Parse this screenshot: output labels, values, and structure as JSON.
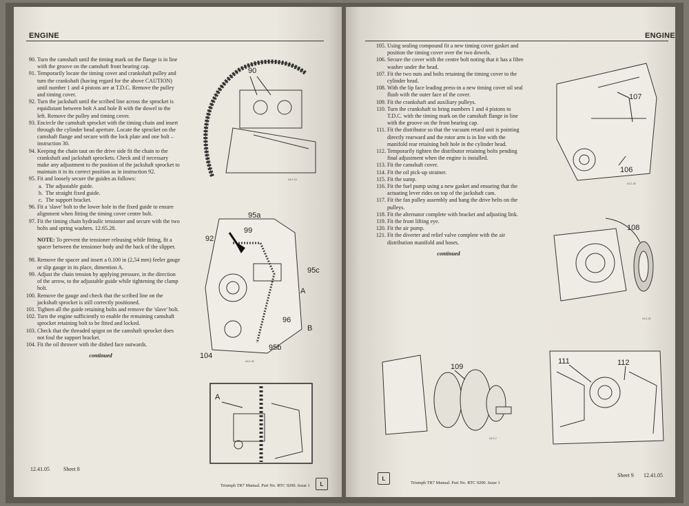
{
  "left_page": {
    "header": "ENGINE",
    "steps": [
      {
        "num": "90.",
        "text": "Turn the camshaft until the timing mark on the flange is in line with the groove on the camshaft front bearing cap."
      },
      {
        "num": "91.",
        "text": "Temporarily locate the timing cover and crankshaft pulley and turn the crankshaft (having regard for the above CAUTION) until number 1 and 4 pistons are at T.D.C. Remove the pulley and timing cover."
      },
      {
        "num": "92.",
        "text": "Turn the jackshaft until the scribed line across the sprocket is equidistant between bolt A and hole B with the dowel to the left. Remove the pulley and timing cover."
      },
      {
        "num": "93.",
        "text": "Encircle the camshaft sprocket with the timing chain and insert through the cylinder head aperture. Locate the sprocket on the camshaft flange and secure with the lock plate and one bolt – instruction 30."
      },
      {
        "num": "94.",
        "text": "Keeping the chain taut on the drive side fit the chain to the crankshaft and jackshaft sprockets. Check and if necessary make any adjustment to the position of the jackshaft sprocket to maintain it in its correct position as in instruction 92."
      },
      {
        "num": "95.",
        "text": "Fit and loosely secure the guides as follows:"
      }
    ],
    "substeps": [
      {
        "num": "a.",
        "text": "The adjustable guide."
      },
      {
        "num": "b.",
        "text": "The straight fixed guide."
      },
      {
        "num": "c.",
        "text": "The support bracket."
      }
    ],
    "steps2": [
      {
        "num": "96.",
        "text": "Fit a 'slave' bolt to the lower hole in the fixed guide to ensure alignment when fitting the timing cover centre bolt."
      },
      {
        "num": "97.",
        "text": "Fit the timing chain hydraulic tensioner and secure with the two bolts and spring washers. 12.65.28."
      }
    ],
    "note_label": "NOTE:",
    "note_text": "To prevent the tensioner releasing while fitting, fit a spacer between the tensioner body and the back of the slipper.",
    "steps3": [
      {
        "num": "98.",
        "text": "Remove the spacer and insert a 0.100 in (2,54 mm) feeler gauge or slip gauge in its place, dimention A."
      },
      {
        "num": "99.",
        "text": "Adjust the chain tension by applying pressure, in the direction of the arrow, to the adjustable guide while tightening the clamp bolt."
      },
      {
        "num": "100.",
        "text": "Remove the gauge and check that the scribed line on the jackshaft sprocket is still correctly positioned."
      },
      {
        "num": "101.",
        "text": "Tighten all the guide retaining bolts and remove the 'slave' bolt."
      },
      {
        "num": "102.",
        "text": "Turn the engine sufficiently to enable the remaining camshaft sprocket retaining bolt to be fitted and locked."
      },
      {
        "num": "103.",
        "text": "Check that the threaded spigot on the camshaft sprocket does not foul the support bracket."
      },
      {
        "num": "104.",
        "text": "Fit the oil thrower with the dished face outwards."
      }
    ],
    "continued": "continued",
    "footer_code": "12.41.05",
    "footer_sheet": "Sheet 8",
    "footer_manual": "Triumph TR7 Manual.   Part No. RTC 9200.   Issue 1",
    "fig1": {
      "callout": "90",
      "id": "A12-10"
    },
    "fig2": {
      "callouts": [
        "95a",
        "99",
        "92",
        "95c",
        "A",
        "96",
        "B",
        "95b",
        "104"
      ],
      "id": "A12-40"
    },
    "fig3": {
      "callout": "A"
    }
  },
  "right_page": {
    "header": "ENGINE",
    "steps": [
      {
        "num": "105.",
        "text": "Using sealing compound fit a new timing cover gasket and position the timing cover over the two dowels."
      },
      {
        "num": "106.",
        "text": "Secure the cover with the centre bolt noting that it has a fibre washer under the head."
      },
      {
        "num": "107.",
        "text": "Fit the two nuts and bolts retaining the timing cover to the cylinder head."
      },
      {
        "num": "108.",
        "text": "With the lip face leading press-in a new timing cover oil seal flush with the outer face of the cover."
      },
      {
        "num": "109.",
        "text": "Fit the crankshaft and auxiliary pulleys."
      },
      {
        "num": "110.",
        "text": "Turn the crankshaft to bring numbers 1 and 4 pistons to T.D.C. with the timing mark on the camshaft flange in line with the groove on the front bearing cap."
      },
      {
        "num": "111.",
        "text": "Fit the distributor so that the vacuum retard unit is pointing directly rearward and the rotor arm is in line with the manifold rear retaining bolt hole in the cylinder head."
      },
      {
        "num": "112.",
        "text": "Temporarily tighten the distributor retaining bolts pending final adjustment when the engine is installed."
      },
      {
        "num": "113.",
        "text": "Fit the camshaft cover."
      },
      {
        "num": "114.",
        "text": "Fit the oil pick-up strainer."
      },
      {
        "num": "115.",
        "text": "Fit the sump."
      },
      {
        "num": "116.",
        "text": "Fit the fuel pump using a new gasket and ensuring that the actuating lever rides on top of the jackshaft cam."
      },
      {
        "num": "117.",
        "text": "Fit the fan pulley assembly and hang the drive belts on the pulleys."
      },
      {
        "num": "118.",
        "text": "Fit the alternator complete with bracket and adjusting link."
      },
      {
        "num": "119.",
        "text": "Fit the front lifting eye."
      },
      {
        "num": "120.",
        "text": "Fit the air pump."
      },
      {
        "num": "121.",
        "text": "Fit the diverter and relief valve complete with the air distribution manifold and hoses."
      }
    ],
    "continued": "continued",
    "footer_manual": "Triumph TR7 Manual.   Part No. RTC 9200.   Issue 1",
    "footer_sheet": "Sheet 9",
    "footer_code": "12.41.05",
    "fig1": {
      "callouts": [
        "107",
        "106"
      ],
      "id": "A12-30"
    },
    "fig2": {
      "callout": "108",
      "id": "A12-31"
    },
    "fig3": {
      "callout": "109",
      "id": "A12-2"
    },
    "fig4": {
      "callouts": [
        "111",
        "112"
      ],
      "id": "A12-54"
    }
  }
}
